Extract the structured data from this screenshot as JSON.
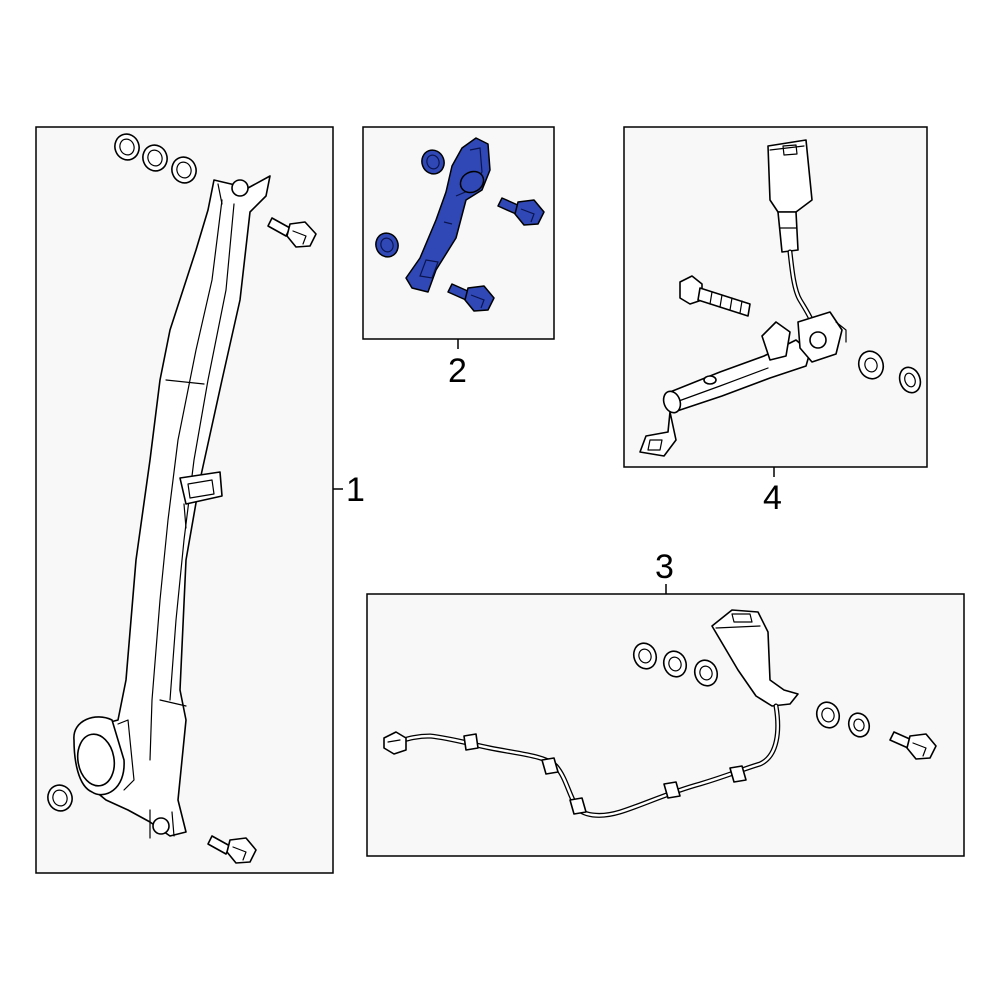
{
  "callouts": {
    "part_1": "1",
    "part_2": "2",
    "part_3": "3",
    "part_4": "4"
  },
  "highlight_color": "#2f48b5",
  "panel_color": "#f8f8f8",
  "highlighted_part": "2"
}
